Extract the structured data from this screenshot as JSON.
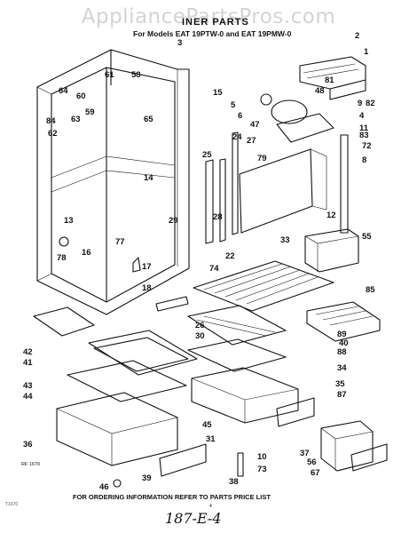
{
  "watermark": "AppliancePartsPros.com",
  "title": "INER PARTS",
  "subtitle": "For Models EAT 19PTW-0 and EAT 19PMW-0",
  "footer": "FOR ORDERING INFORMATION REFER TO PARTS PRICE LIST",
  "ref_code": "RF 1670",
  "page_code": "T1670",
  "page_number": "4",
  "handwritten": "187-E-4",
  "callouts": [
    "3",
    "2",
    "1",
    "81",
    "48",
    "82",
    "15",
    "5",
    "6",
    "47",
    "9",
    "4",
    "11",
    "83",
    "72",
    "8",
    "64",
    "60",
    "61",
    "58",
    "59",
    "84",
    "63",
    "62",
    "65",
    "14",
    "24",
    "27",
    "25",
    "79",
    "12",
    "29",
    "28",
    "22",
    "33",
    "13",
    "77",
    "78",
    "16",
    "17",
    "18",
    "55",
    "74",
    "85",
    "26",
    "30",
    "89",
    "40",
    "42",
    "41",
    "88",
    "34",
    "43",
    "44",
    "35",
    "87",
    "36",
    "45",
    "31",
    "37",
    "56",
    "67",
    "10",
    "73",
    "38",
    "39",
    "46"
  ]
}
